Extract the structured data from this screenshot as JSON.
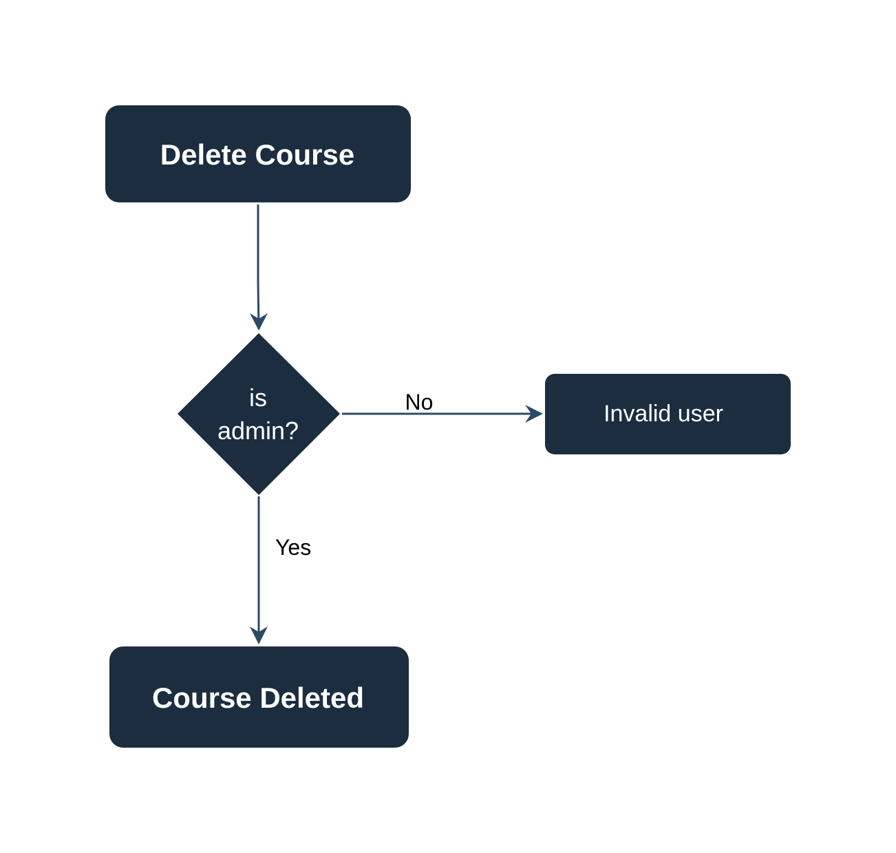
{
  "colors": {
    "node_fill": "#1b2d3f",
    "edge_stroke": "#2b4a66",
    "node_text": "#ffffff",
    "edge_label": "#000000",
    "background": "#ffffff"
  },
  "nodes": {
    "start": {
      "label": "Delete Course",
      "shape": "rounded-rectangle"
    },
    "decision": {
      "label_line1": "is",
      "label_line2": "admin?",
      "shape": "diamond"
    },
    "invalid": {
      "label": "Invalid user",
      "shape": "rounded-rectangle"
    },
    "end": {
      "label": "Course Deleted",
      "shape": "rounded-rectangle"
    }
  },
  "edges": {
    "start_to_decision": {
      "label": ""
    },
    "decision_to_invalid": {
      "label": "No"
    },
    "decision_to_end": {
      "label": "Yes"
    }
  }
}
